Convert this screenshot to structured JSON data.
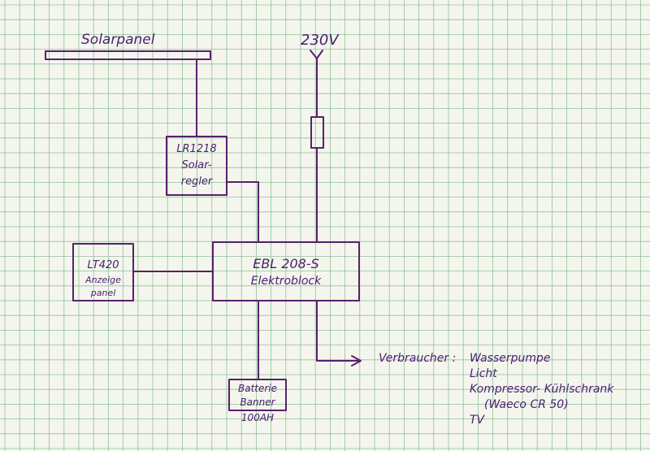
{
  "solar_panel": {
    "label": "Solarpanel"
  },
  "mains": {
    "label": "230V"
  },
  "solar_regulator": {
    "line1": "LR1218",
    "line2": "Solar-",
    "line3": "regler"
  },
  "display_panel": {
    "line1": "LT420",
    "line2": "Anzeige",
    "line3": "panel"
  },
  "electro_block": {
    "line1": "EBL 208-S",
    "line2": "Elektroblock"
  },
  "battery": {
    "line1": "Batterie",
    "line2": "Banner",
    "capacity": "100AH"
  },
  "consumers": {
    "label": "Verbraucher :",
    "items": [
      "Wasserpumpe",
      "Licht",
      "Kompressor- Kühlschrank",
      "(Waeco CR 50)",
      "TV"
    ]
  },
  "colors": {
    "ink": "#5a1f6b",
    "grid": "#8fbf9a",
    "paper": "#f4f6ee"
  }
}
